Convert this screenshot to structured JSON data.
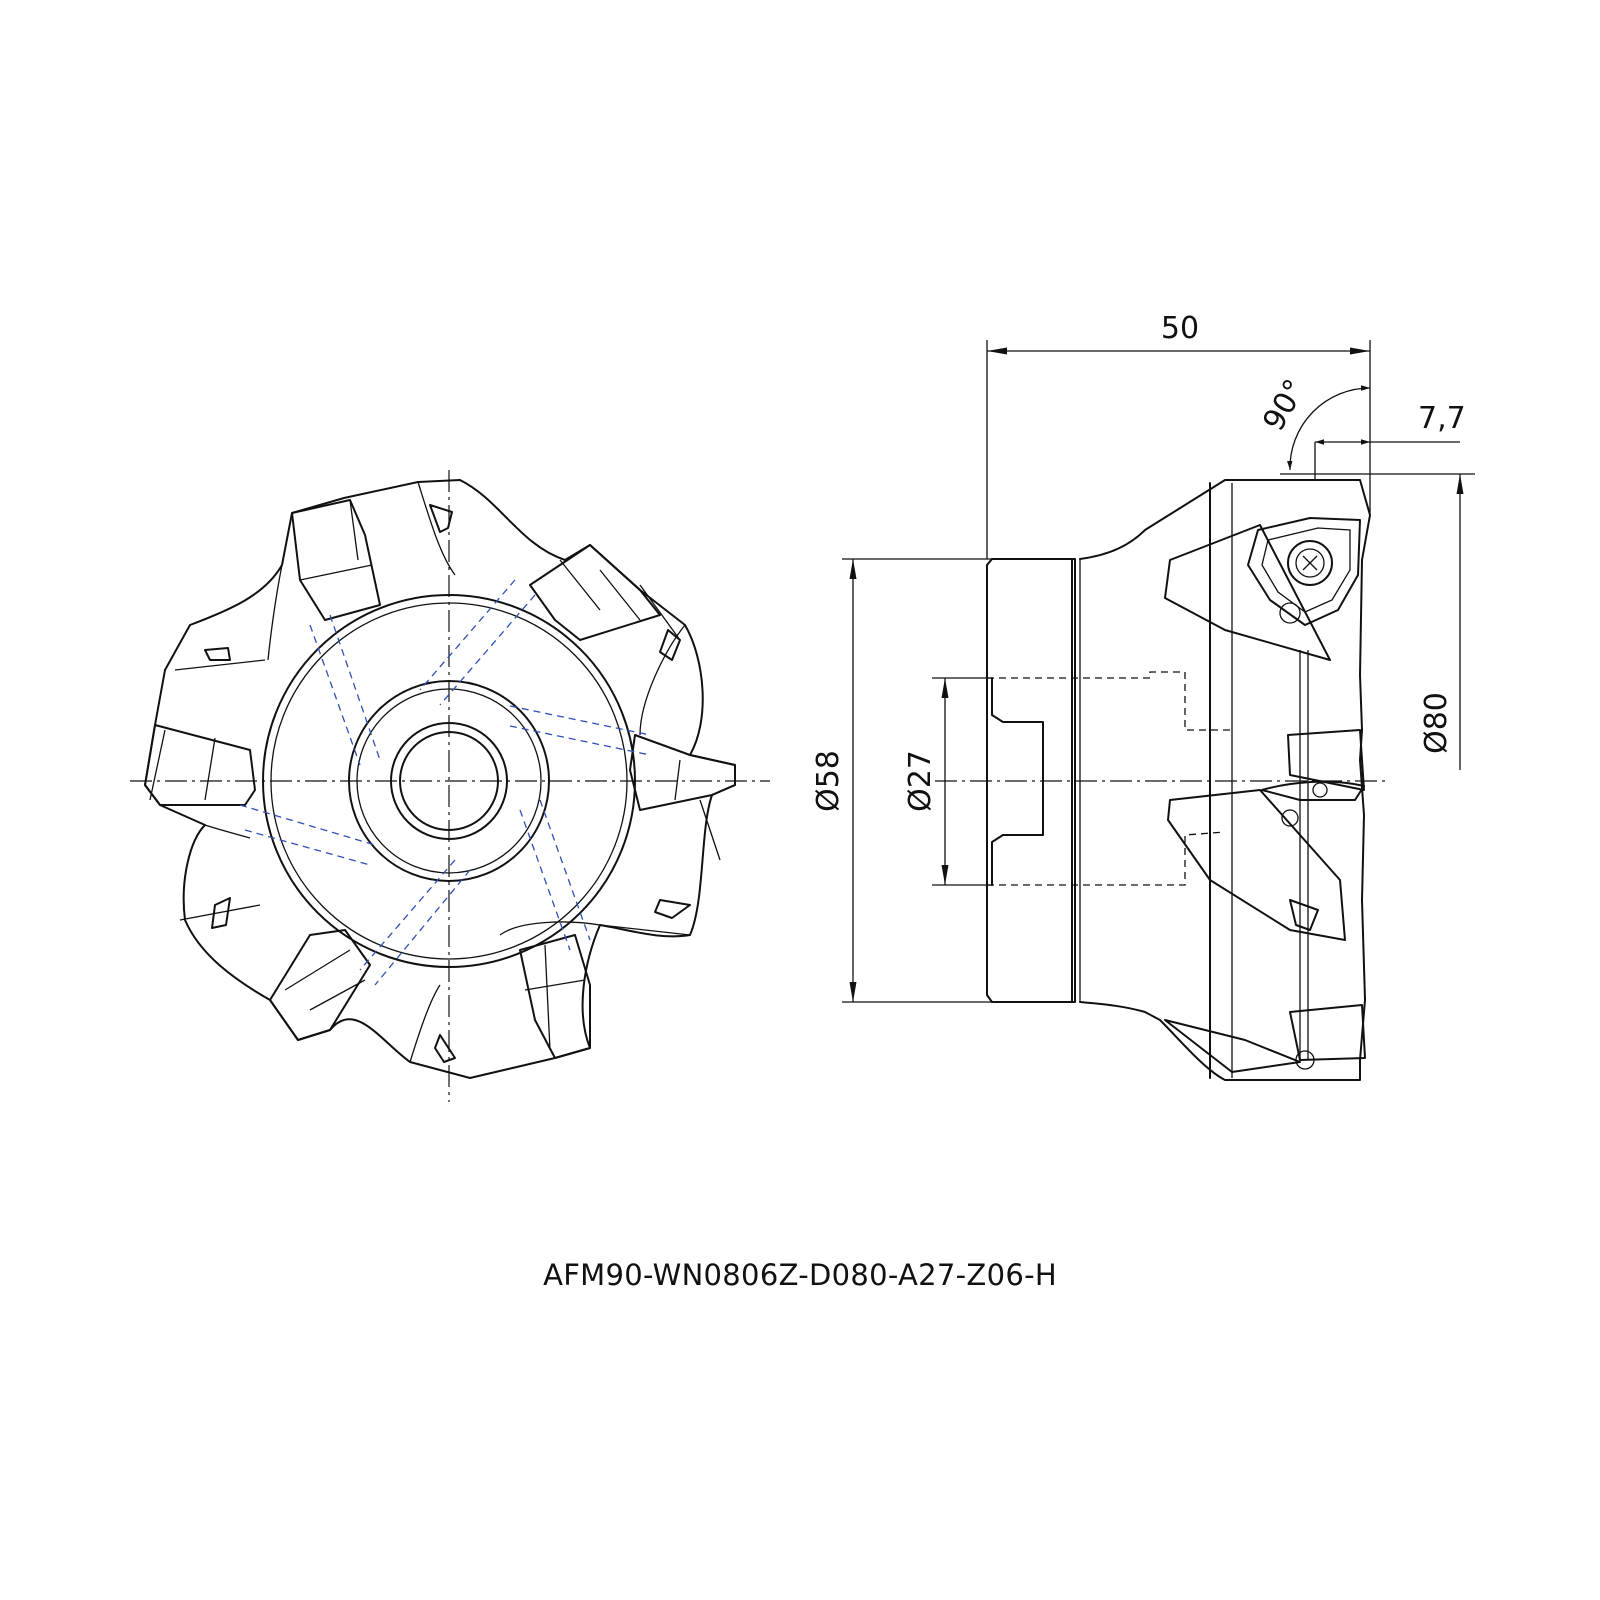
{
  "dimensions": {
    "overall_length": "50",
    "lead_angle": "90°",
    "insert_offset": "7,7",
    "body_diameter": "Ø58",
    "bore_diameter": "Ø27",
    "cutting_diameter": "Ø80"
  },
  "model_code": "AFM90-WN0806Z-D080-A27-Z06-H"
}
